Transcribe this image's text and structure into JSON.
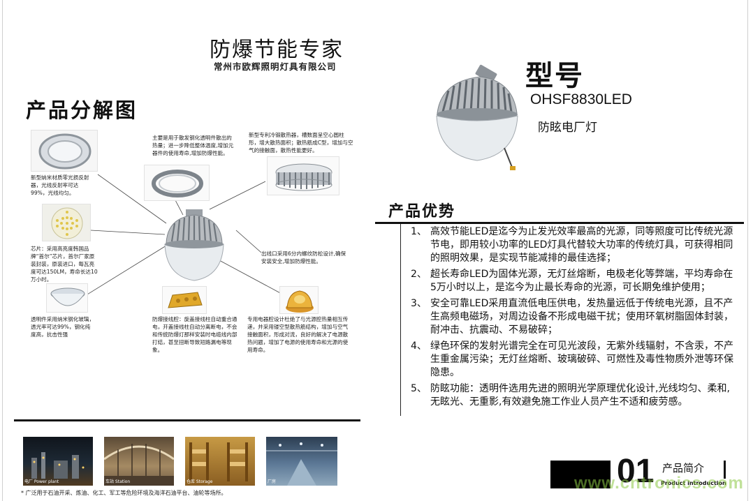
{
  "header": {
    "title": "防爆节能专家",
    "company": "常州市欧辉照明灯具有限公司"
  },
  "left_section": {
    "title": "产品分解图"
  },
  "product": {
    "model_label": "型号",
    "model_code": "OHSF8830LED",
    "model_name": "防眩电厂灯"
  },
  "components": [
    {
      "id": "reflector",
      "text": "新型纳米材质零光损反射器，光线反射率可达99%，光线均匀。"
    },
    {
      "id": "seal",
      "text": "主要是用于散发钢化透明件散出的热量；进一步降低整体温度,增加元器件的使用寿命,增加防爆性能。"
    },
    {
      "id": "heatsink",
      "text": "新型专利冷锻散热器，槽数面呈空心圆柱形，增大散热面积；散热筋成C型，增加与空气的接触面，散热性能更好。"
    },
    {
      "id": "chip",
      "text": "芯片：采用高亮度韩国品牌“首尔”芯片，首尔厂家原装封装，原装进口，每瓦亮度可达150LM，寿命长达10万小时。"
    },
    {
      "id": "outlet",
      "text": "出线口采用6分内螺纹防松设计,确保安装安全,增加防爆性能。"
    },
    {
      "id": "glass",
      "text": "透明件采用纳米钢化玻璃，透光率可达99%，钢化纯度高，抗击性强"
    },
    {
      "id": "terminal",
      "text": "防爆接线腔：旋盖接线柱自动重合通电，开盖接线柱自动分离断电，不会和传统防爆灯那样安装时电缆线内部打结，甚至扭断导致短路漏电等现象。"
    },
    {
      "id": "driver",
      "text": "专用电器腔设计杜绝了与光源腔热量相互传递，并采用镂空型散热筋结构，增加与空气接触面积，形成对流，良好的解决了电源散热问题，增加了电源的使用寿命和光源的使用寿命。"
    }
  ],
  "right_section": {
    "title": "产品优势",
    "items": [
      {
        "num": "1、",
        "text": "高效节能LED是迄今为止发光效率最高的光源，同等照度可比传统光源节电，即用较小功率的LED灯具代替较大功率的传统灯具，可获得相同的照明效果，是实现节能减排的最佳选择；"
      },
      {
        "num": "2、",
        "text": "超长寿命LED为固体光源，无灯丝熔断，电极老化等弊端，平均寿命在5万小时以上，是迄今为止最长寿命的光源，可长期免维护使用；"
      },
      {
        "num": "3、",
        "text": "安全可靠LED采用直流低电压供电，发热量远低于传统电光源，且不产生高频电磁场，对周边设备不形成电磁干扰；使用环氧树脂固体封装，耐冲击、抗震动、不易破碎；"
      },
      {
        "num": "4、",
        "text": "绿色环保的发射光谱完全在可见光波段，无紫外线辐射，不含汞，不产生重金属污染；无灯丝熔断、玻璃破碎、可燃性及毒性物质外泄等环保隐患。"
      },
      {
        "num": "5、",
        "text": "防眩功能：透明件选用先进的照明光学原理优化设计,光线均匀、柔和,无眩光、无重影,有效避免施工作业人员产生不适和疲劳感。"
      }
    ]
  },
  "photos": [
    {
      "caption": "电厂 Power plant"
    },
    {
      "caption": "车站 Station"
    },
    {
      "caption": "仓库 Storage"
    },
    {
      "caption": "厂房"
    }
  ],
  "footer": {
    "note": "* 广泛用于石油开采、炼油、化工、军工等危险环境及海洋石油平台、油轮等场所。",
    "page_number": "01",
    "section_name": "产品简介",
    "section_name_en": "Product introduction",
    "watermark": "www.cntronics.com"
  },
  "colors": {
    "heatsink_silver": "#b8bcc0",
    "glass_dome": "#e8ecef",
    "watermark_green": "#8cc846",
    "gold_part": "#e0a82a"
  }
}
